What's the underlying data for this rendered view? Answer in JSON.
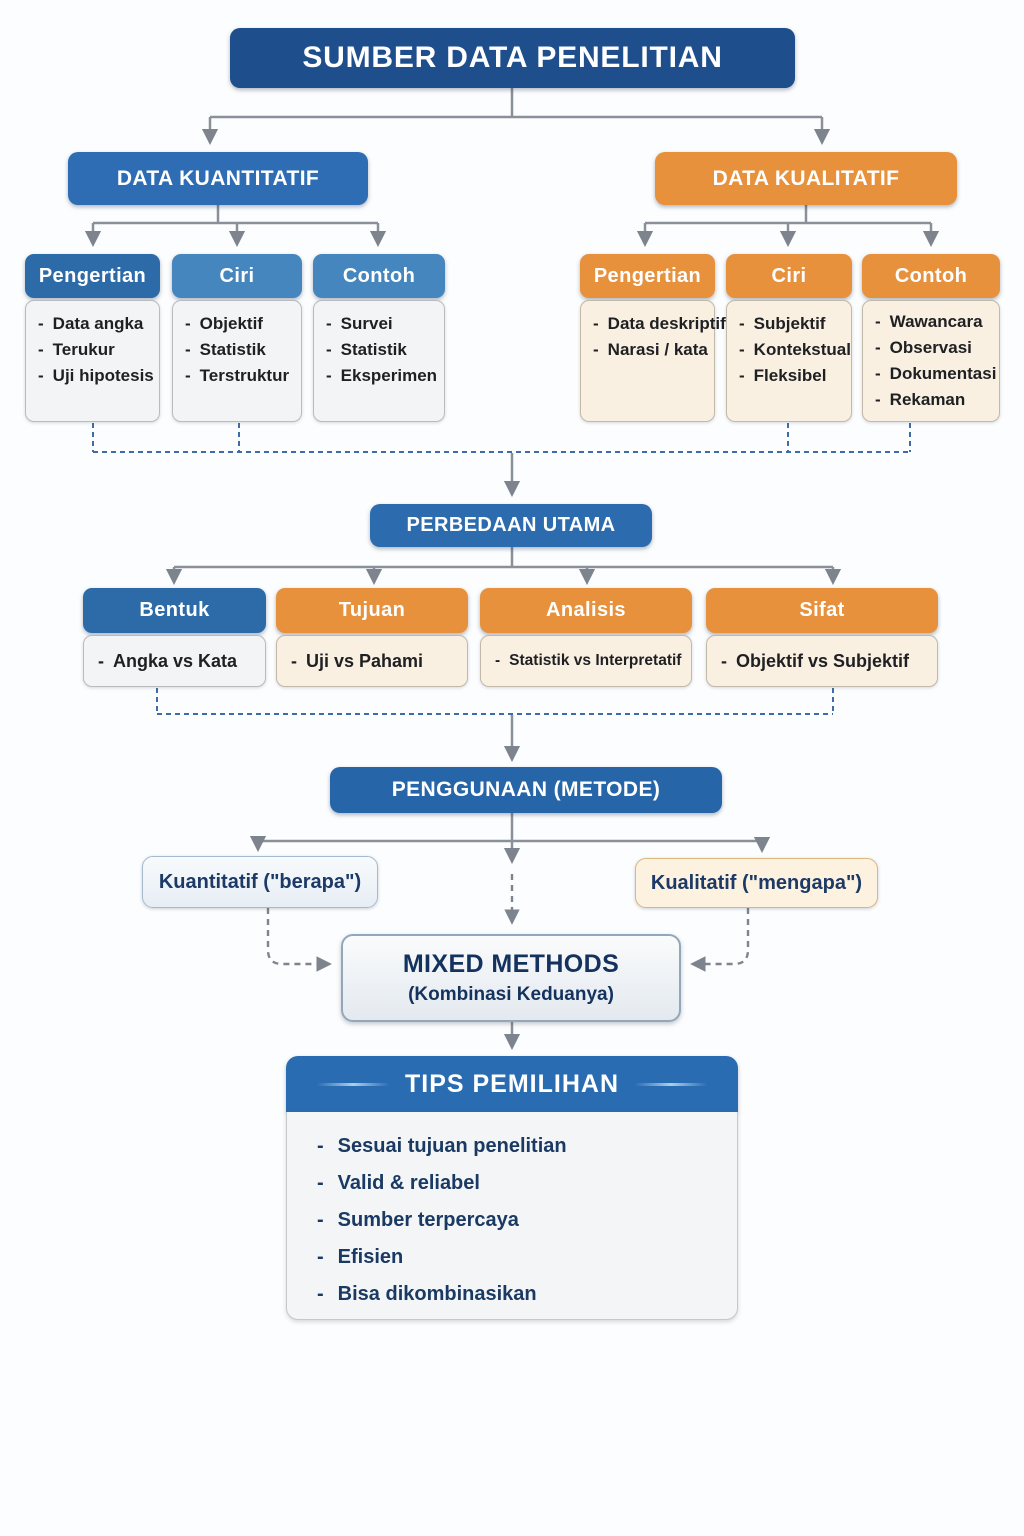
{
  "title": "SUMBER DATA PENELITIAN",
  "colors": {
    "navy": "#1e4e8c",
    "blue": "#2e6db4",
    "blue_header_dark": "#2d6ba8",
    "blue_header_light": "#4486bd",
    "orange": "#e8913c",
    "body_gray": "#f3f4f5",
    "body_cream": "#faf0e2",
    "connector_gray": "#8a9099",
    "connector_dash_blue": "#3f6ca6",
    "tips_header_blue": "#2a6cb2",
    "navy_text": "#1d3a66"
  },
  "quant": {
    "label": "DATA KUANTITATIF",
    "columns": [
      {
        "header": "Pengertian",
        "items": [
          "Data angka",
          "Terukur",
          "Uji hipotesis"
        ]
      },
      {
        "header": "Ciri",
        "items": [
          "Objektif",
          "Statistik",
          "Terstruktur"
        ]
      },
      {
        "header": "Contoh",
        "items": [
          "Survei",
          "Statistik",
          "Eksperimen"
        ]
      }
    ]
  },
  "qual": {
    "label": "DATA KUALITATIF",
    "columns": [
      {
        "header": "Pengertian",
        "items": [
          "Data deskriptif",
          "Narasi / kata"
        ]
      },
      {
        "header": "Ciri",
        "items": [
          "Subjektif",
          "Kontekstual",
          "Fleksibel"
        ]
      },
      {
        "header": "Contoh",
        "items": [
          "Wawancara",
          "Observasi",
          "Dokumentasi",
          "Rekaman"
        ]
      }
    ]
  },
  "differences": {
    "label": "PERBEDAAN UTAMA",
    "boxes": [
      {
        "header": "Bentuk",
        "item": "Angka vs Kata"
      },
      {
        "header": "Tujuan",
        "item": "Uji vs Pahami"
      },
      {
        "header": "Analisis",
        "item": "Statistik vs Interpretatif"
      },
      {
        "header": "Sifat",
        "item": "Objektif vs Subjektif"
      }
    ]
  },
  "usage": {
    "label": "PENGGUNAAN (METODE)",
    "left": "Kuantitatif (\"berapa\")",
    "right": "Kualitatif (\"mengapa\")",
    "mixed_title": "MIXED METHODS",
    "mixed_subtitle": "(Kombinasi Keduanya)"
  },
  "tips": {
    "label": "TIPS PEMILIHAN",
    "items": [
      "Sesuai tujuan penelitian",
      "Valid & reliabel",
      "Sumber terpercaya",
      "Efisien",
      "Bisa dikombinasikan"
    ]
  }
}
